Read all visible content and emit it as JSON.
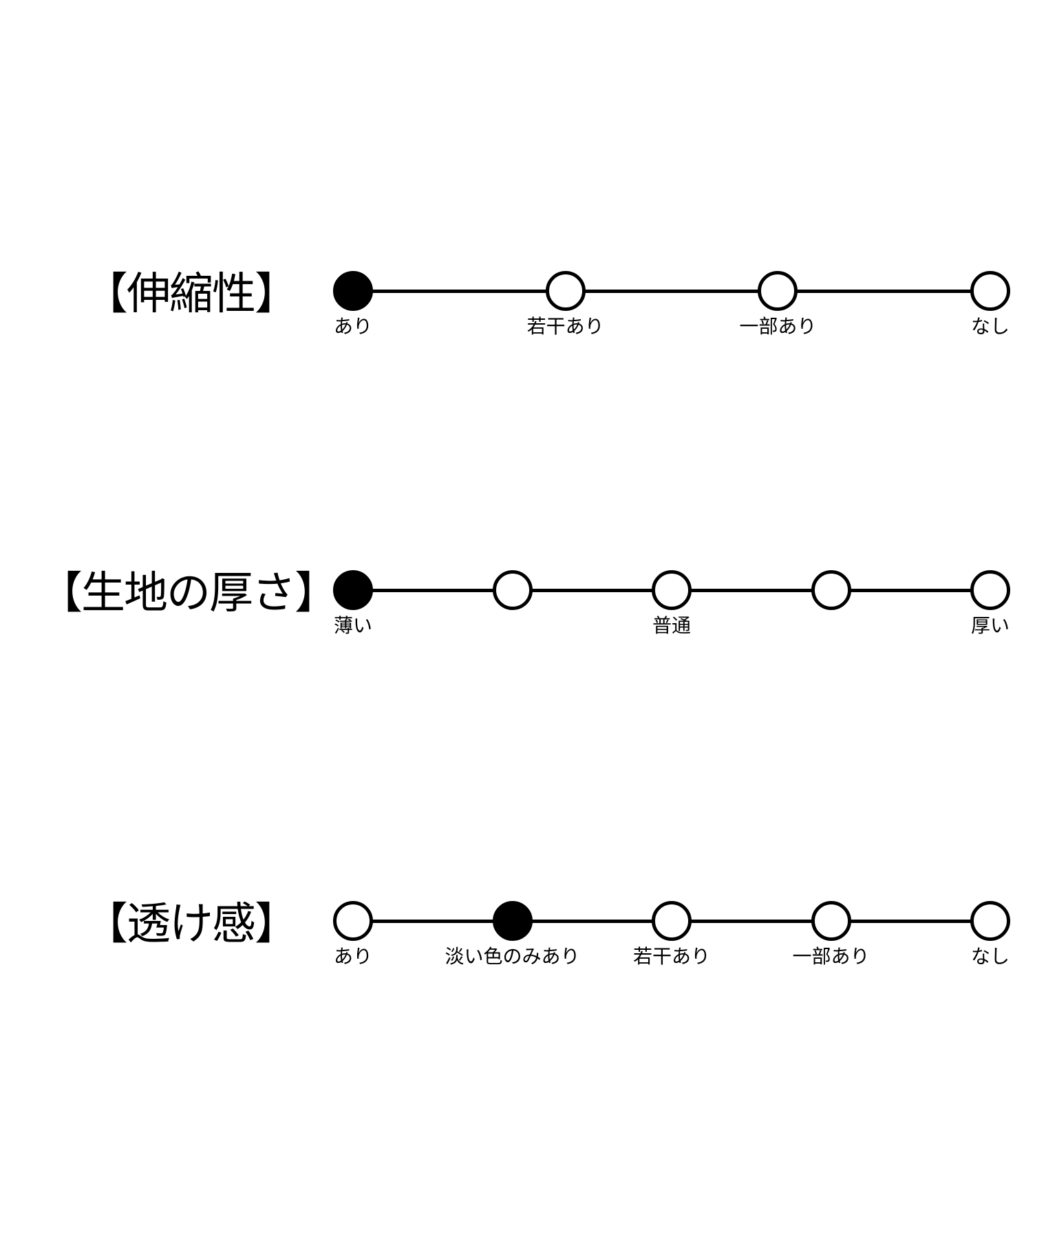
{
  "scales": [
    {
      "title": "【伸縮性】",
      "selected_index": 0,
      "options": [
        {
          "label": "あり",
          "selected": true
        },
        {
          "label": "若干あり",
          "selected": false
        },
        {
          "label": "一部あり",
          "selected": false
        },
        {
          "label": "なし",
          "selected": false
        }
      ]
    },
    {
      "title": "【生地の厚さ】",
      "selected_index": 0,
      "options": [
        {
          "label": "薄い",
          "selected": true
        },
        {
          "label": "",
          "selected": false
        },
        {
          "label": "普通",
          "selected": false
        },
        {
          "label": "",
          "selected": false
        },
        {
          "label": "厚い",
          "selected": false
        }
      ]
    },
    {
      "title": "【透け感】",
      "selected_index": 1,
      "options": [
        {
          "label": "あり",
          "selected": false
        },
        {
          "label": "淡い色のみあり",
          "selected": true
        },
        {
          "label": "若干あり",
          "selected": false
        },
        {
          "label": "一部あり",
          "selected": false
        },
        {
          "label": "なし",
          "selected": false
        }
      ]
    }
  ],
  "colors": {
    "line": "#000000",
    "filled_marker": "#000000",
    "empty_marker": "#ffffff",
    "background": "#ffffff"
  }
}
